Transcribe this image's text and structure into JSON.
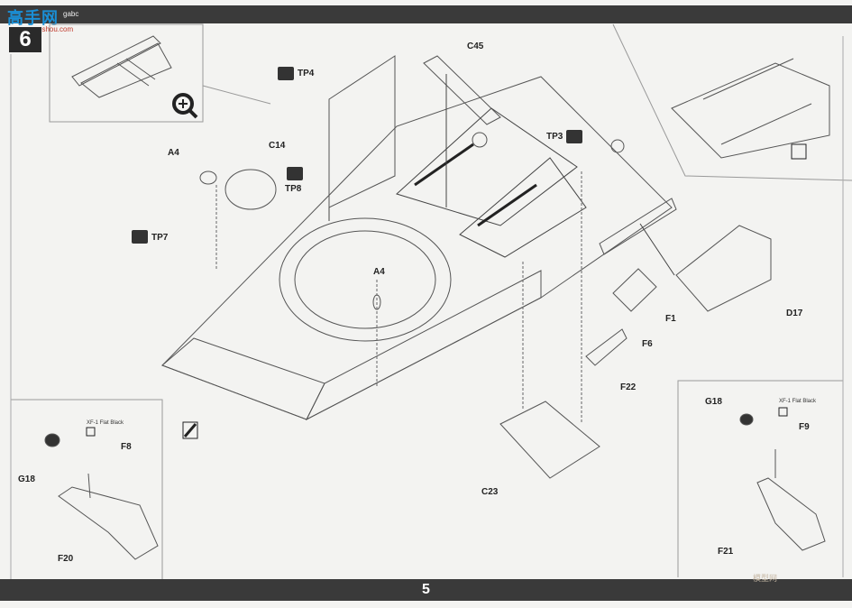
{
  "header": {
    "site_logo": "高手网",
    "site_sub": "www.gaoshou.com",
    "header_text": "gabc"
  },
  "step_number": "6",
  "page_number": "5",
  "labels": {
    "c45": "C45",
    "tp4": "TP4",
    "a4_top": "A4",
    "c14": "C14",
    "tp8": "TP8",
    "tp7": "TP7",
    "tp3": "TP3",
    "a4_mid": "A4",
    "f1": "F1",
    "d17": "D17",
    "f6": "F6",
    "f22": "F22",
    "c23": "C23",
    "g18_left": "G18",
    "f8": "F8",
    "f20": "F20",
    "g18_right": "G18",
    "f9": "F9",
    "f21": "F21"
  },
  "paint_notes": {
    "left": "XF-1 Flat Black",
    "right": "XF-1 Flat Black"
  },
  "watermark": "模型网"
}
